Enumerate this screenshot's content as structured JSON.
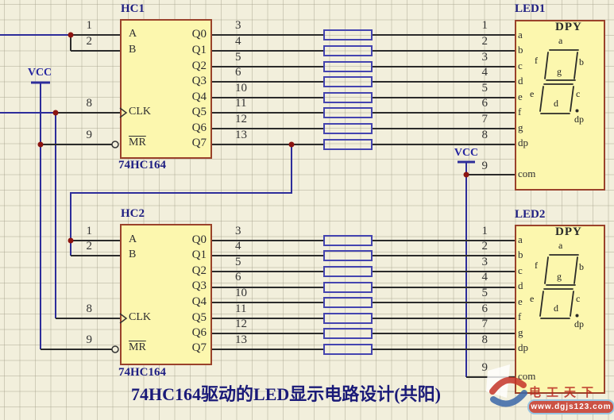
{
  "title": "74HC164驱动的LED显示电路设计(共阳)",
  "power_net": "VCC",
  "colors": {
    "wire_blue": "#2d2d9a",
    "wire_dark": "#2b2b2b",
    "chip_fill": "#fcf7ae",
    "chip_border": "#9a422b",
    "junction_dot": "#8c1410",
    "resistor_outline": "#4444b0",
    "label_navy": "#1e1e82"
  },
  "ics": {
    "hc1": {
      "ref": "HC1",
      "part": "74HC164",
      "inputs": [
        {
          "pin": "1",
          "name": "A"
        },
        {
          "pin": "2",
          "name": "B"
        },
        {
          "pin": "8",
          "name": "CLK"
        },
        {
          "pin": "9",
          "name": "MR"
        }
      ],
      "outputs": [
        {
          "pin": "3",
          "name": "Q0"
        },
        {
          "pin": "4",
          "name": "Q1"
        },
        {
          "pin": "5",
          "name": "Q2"
        },
        {
          "pin": "6",
          "name": "Q3"
        },
        {
          "pin": "10",
          "name": "Q4"
        },
        {
          "pin": "11",
          "name": "Q5"
        },
        {
          "pin": "12",
          "name": "Q6"
        },
        {
          "pin": "13",
          "name": "Q7"
        }
      ]
    },
    "hc2": {
      "ref": "HC2",
      "part": "74HC164",
      "inputs": [
        {
          "pin": "1",
          "name": "A"
        },
        {
          "pin": "2",
          "name": "B"
        },
        {
          "pin": "8",
          "name": "CLK"
        },
        {
          "pin": "9",
          "name": "MR"
        }
      ],
      "outputs": [
        {
          "pin": "3",
          "name": "Q0"
        },
        {
          "pin": "4",
          "name": "Q1"
        },
        {
          "pin": "5",
          "name": "Q2"
        },
        {
          "pin": "6",
          "name": "Q3"
        },
        {
          "pin": "10",
          "name": "Q4"
        },
        {
          "pin": "11",
          "name": "Q5"
        },
        {
          "pin": "12",
          "name": "Q6"
        },
        {
          "pin": "13",
          "name": "Q7"
        }
      ]
    }
  },
  "displays": {
    "led1": {
      "ref": "LED1",
      "part": "DPY",
      "pins": [
        {
          "pin": "1",
          "name": "a"
        },
        {
          "pin": "2",
          "name": "b"
        },
        {
          "pin": "3",
          "name": "c"
        },
        {
          "pin": "4",
          "name": "d"
        },
        {
          "pin": "5",
          "name": "e"
        },
        {
          "pin": "6",
          "name": "f"
        },
        {
          "pin": "7",
          "name": "g"
        },
        {
          "pin": "8",
          "name": "dp"
        },
        {
          "pin": "9",
          "name": "com"
        }
      ]
    },
    "led2": {
      "ref": "LED2",
      "part": "DPY",
      "pins": [
        {
          "pin": "1",
          "name": "a"
        },
        {
          "pin": "2",
          "name": "b"
        },
        {
          "pin": "3",
          "name": "c"
        },
        {
          "pin": "4",
          "name": "d"
        },
        {
          "pin": "5",
          "name": "e"
        },
        {
          "pin": "6",
          "name": "f"
        },
        {
          "pin": "7",
          "name": "g"
        },
        {
          "pin": "8",
          "name": "dp"
        },
        {
          "pin": "9",
          "name": "com"
        }
      ]
    }
  },
  "watermark": {
    "brand": "电工天下",
    "url": "www.dgjs123.com"
  }
}
